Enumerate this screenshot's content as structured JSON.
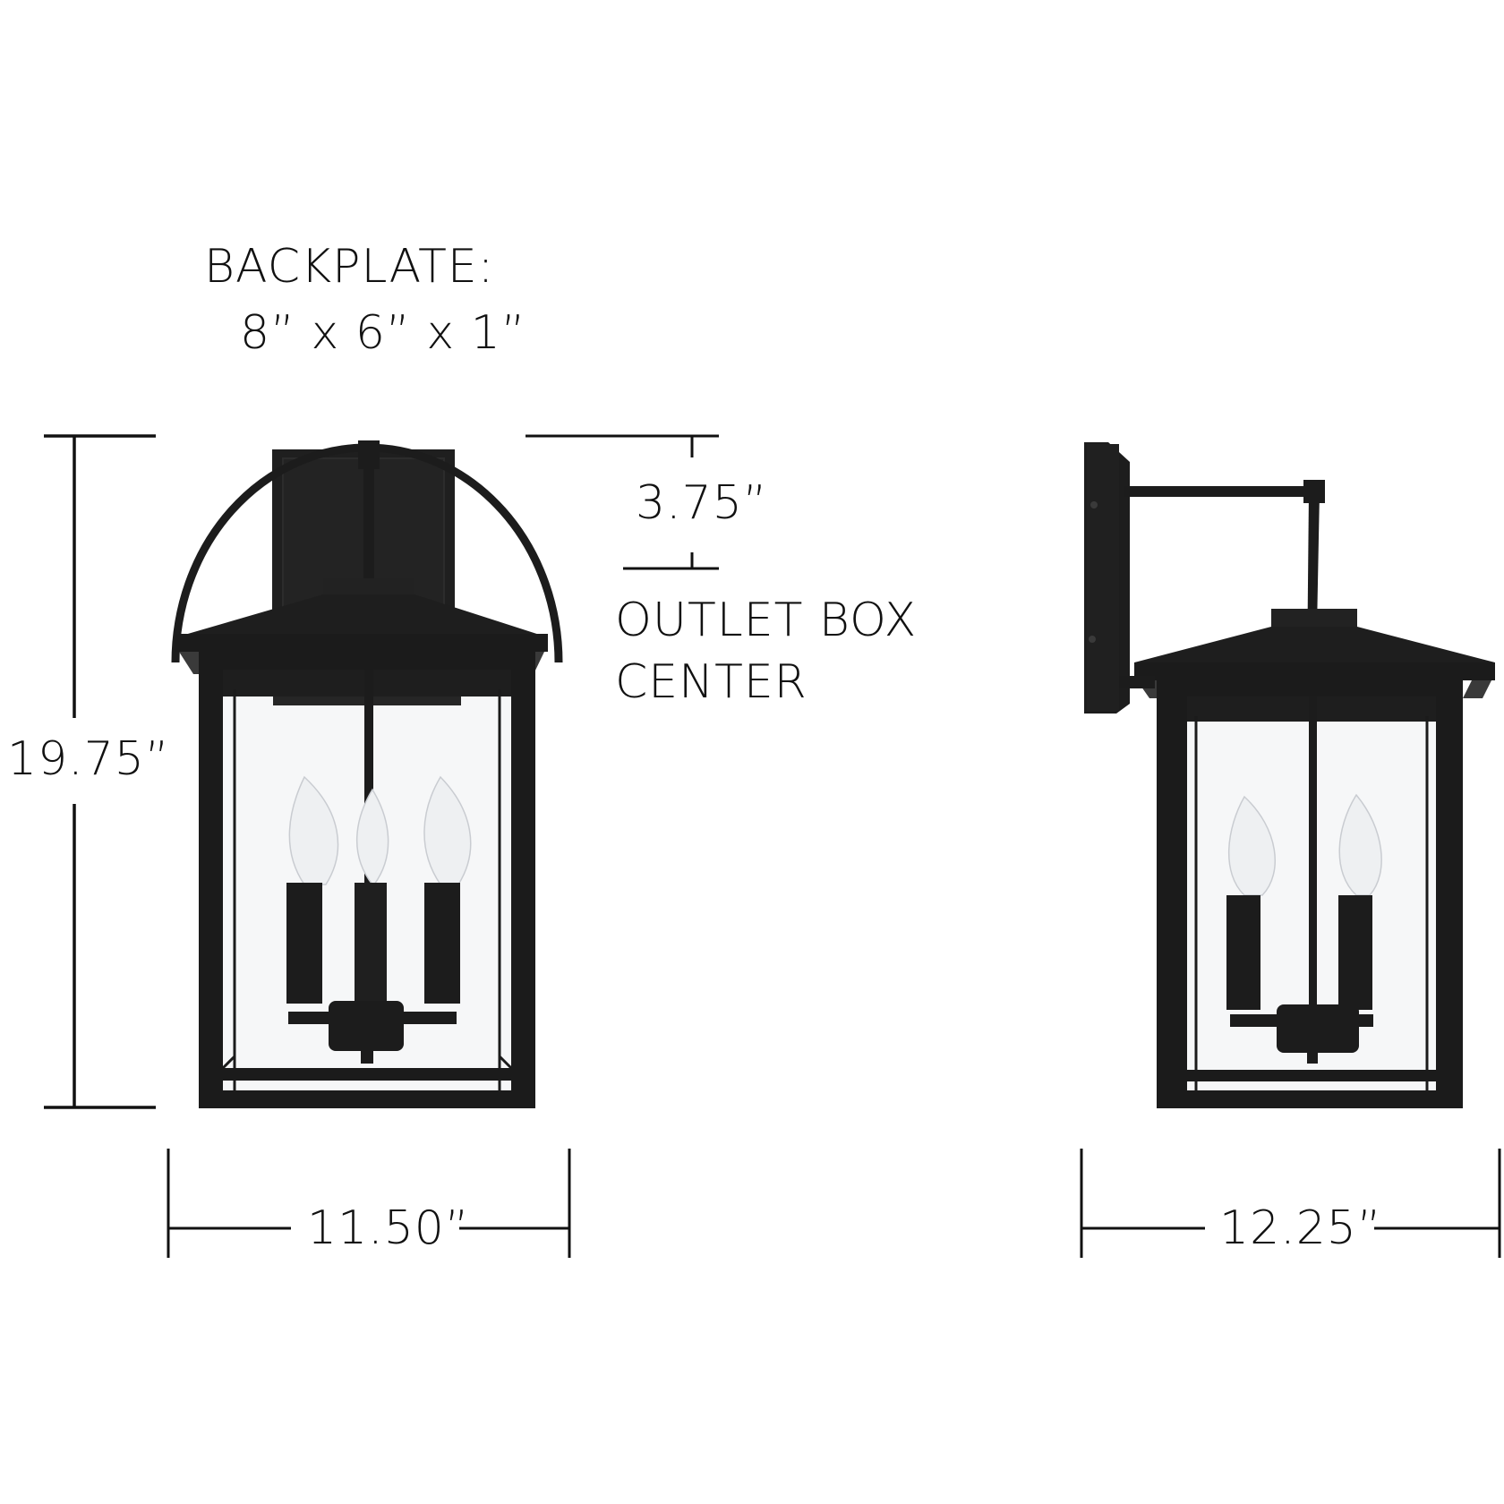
{
  "diagram": {
    "type": "product-dimension-drawing",
    "subject": "outdoor wall lantern",
    "colors": {
      "background": "#ffffff",
      "line": "#111111",
      "fixture": "#1c1c1c",
      "fixture_highlight": "#2e2e2e",
      "glass": "#f6f7f8",
      "bulb": "#f2f3f5"
    },
    "notes": {
      "backplate_title": "BACKPLATE:",
      "backplate_value": "8” x 6” x 1”",
      "outlet_line1": "OUTLET BOX",
      "outlet_line2": "CENTER"
    },
    "dimensions": {
      "height": "19.75”",
      "outlet_offset": "3.75”",
      "front_width": "11.50”",
      "side_depth": "12.25”"
    },
    "views": [
      {
        "name": "front-view",
        "bulbs": 3
      },
      {
        "name": "side-view",
        "bulbs": 2
      }
    ]
  }
}
